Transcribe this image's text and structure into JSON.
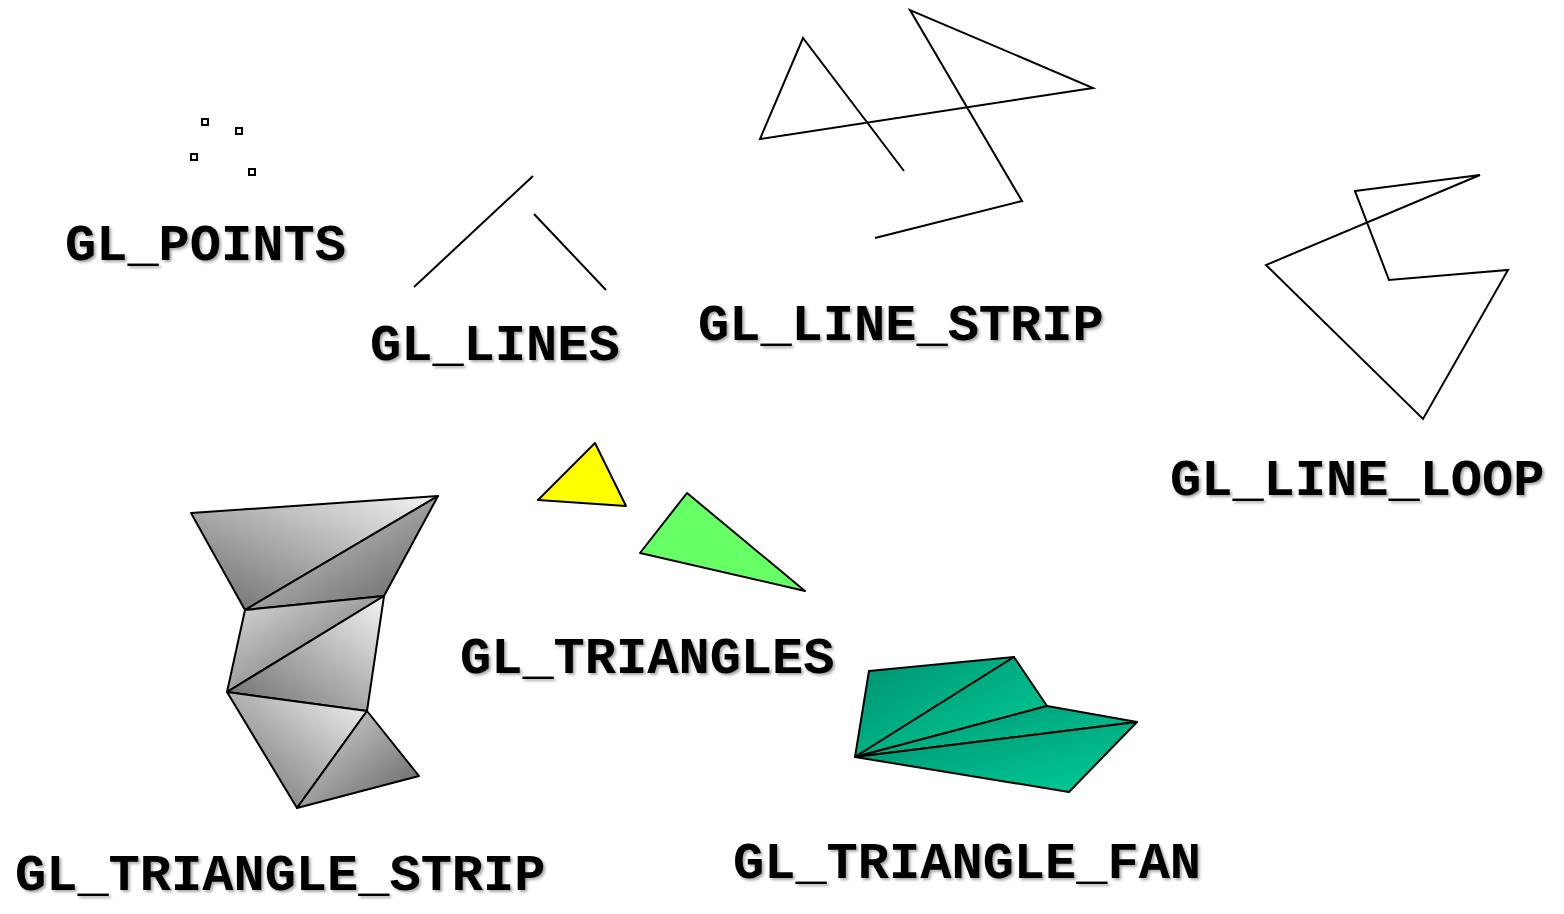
{
  "diagram": {
    "labels": [
      "GL_POINTS",
      "GL_LINES",
      "GL_LINE_STRIP",
      "GL_LINE_LOOP",
      "GL_TRIANGLES",
      "GL_TRIANGLE_STRIP",
      "GL_TRIANGLE_FAN"
    ]
  }
}
